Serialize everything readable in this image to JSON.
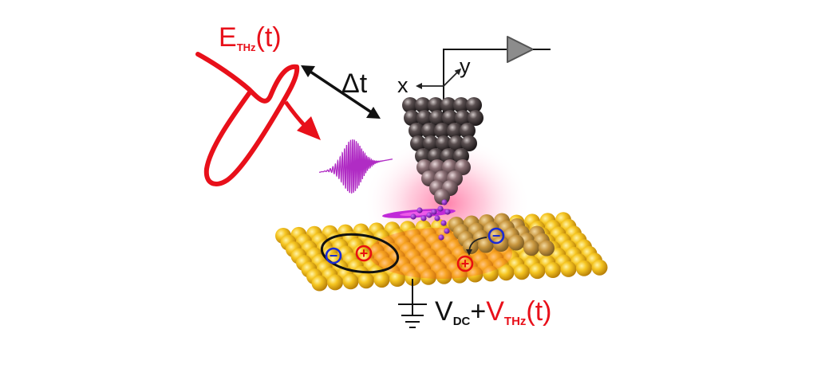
{
  "labels": {
    "e_field": {
      "main": "E",
      "sub": "THz",
      "tail": "(t)"
    },
    "delay": "Δt",
    "axis_x": "x",
    "axis_y": "y",
    "bias": {
      "vdc_main": "V",
      "vdc_sub": "DC",
      "plus": "+",
      "vthz_main": "V",
      "vthz_sub": "THz",
      "vthz_tail": "(t)"
    },
    "charge_minus": "−",
    "charge_plus": "+"
  },
  "colors": {
    "thz": "#e8101a",
    "pulse": "#b02cc4",
    "tip": "#2c2c2c",
    "gold": "#f0b818",
    "glow": "#ff3070",
    "minus": "#1a2bd4",
    "plus": "#e81010",
    "ink": "#111111",
    "amp": "#8c8c8c"
  },
  "icons": {
    "amplifier": "triangle-amplifier-icon",
    "ground": "ground-symbol-icon"
  }
}
